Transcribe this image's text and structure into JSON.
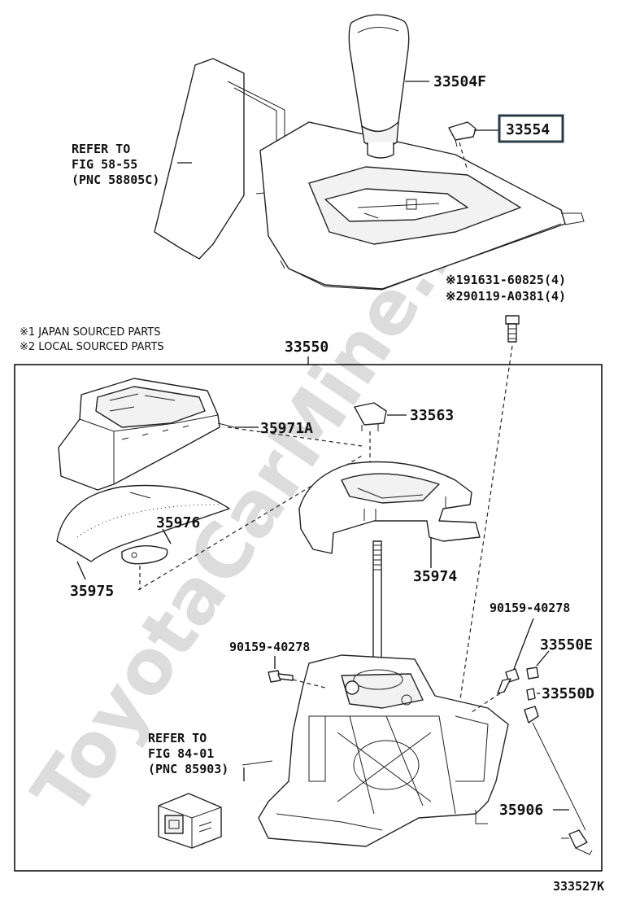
{
  "watermark": "ToyotaCarMine.ru",
  "figure_code": "333527K",
  "notes": {
    "note1": "※1 JAPAN SOURCED PARTS",
    "note2": "※2 LOCAL SOURCED PARTS"
  },
  "refs": {
    "ref_top": {
      "line1": "REFER TO",
      "line2": "FIG 58-55",
      "line3": "(PNC 58805C)"
    },
    "ref_bottom": {
      "line1": "REFER TO",
      "line2": "FIG 84-01",
      "line3": "(PNC 85903)"
    }
  },
  "callouts": {
    "p33504F": "33504F",
    "p33554": "33554",
    "bolt1": "※191631-60825(4)",
    "bolt2": "※290119-A0381(4)",
    "p33550": "33550",
    "p35971A": "35971A",
    "p33563": "33563",
    "p35976": "35976",
    "p35975": "35975",
    "p35974": "35974",
    "p90159_right": "90159-40278",
    "p90159_left": "90159-40278",
    "p33550E": "33550E",
    "p33550D": "33550D",
    "p35906": "35906"
  },
  "highlight_color": "#2b3a44"
}
